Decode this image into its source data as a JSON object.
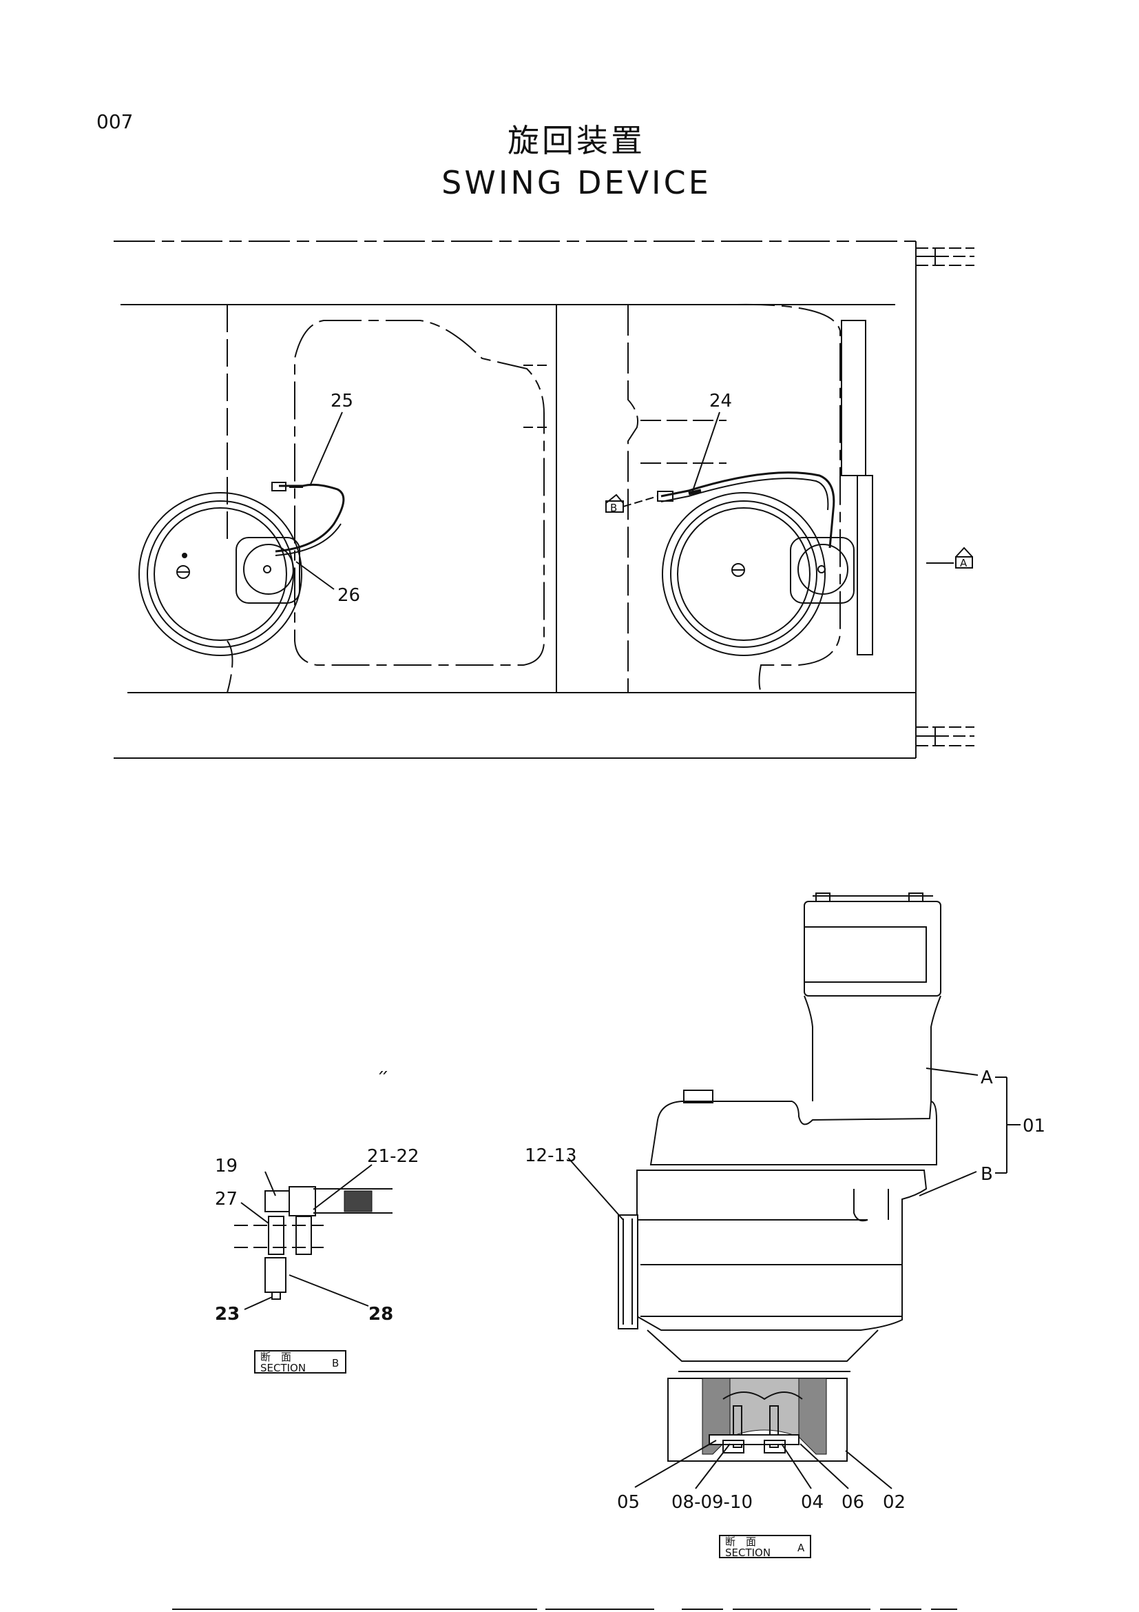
{
  "page_number": "007",
  "title_japanese": "旋回装置",
  "title_english": "SWING DEVICE",
  "plan_view": {
    "part_labels": [
      "25",
      "24",
      "26"
    ],
    "view_markers": [
      "B",
      "A"
    ]
  },
  "section_b": {
    "part_labels": [
      "19",
      "21-22",
      "27",
      "23",
      "28"
    ],
    "caption_jp": "断　面",
    "caption_en": "SECTION",
    "caption_letter": "B"
  },
  "section_a": {
    "part_labels": [
      "12-13",
      "A",
      "01",
      "B",
      "05",
      "08-09-10",
      "04",
      "06",
      "02"
    ],
    "caption_jp": "断　面",
    "caption_en": "SECTION",
    "caption_letter": "A"
  },
  "stray_mark": "״"
}
